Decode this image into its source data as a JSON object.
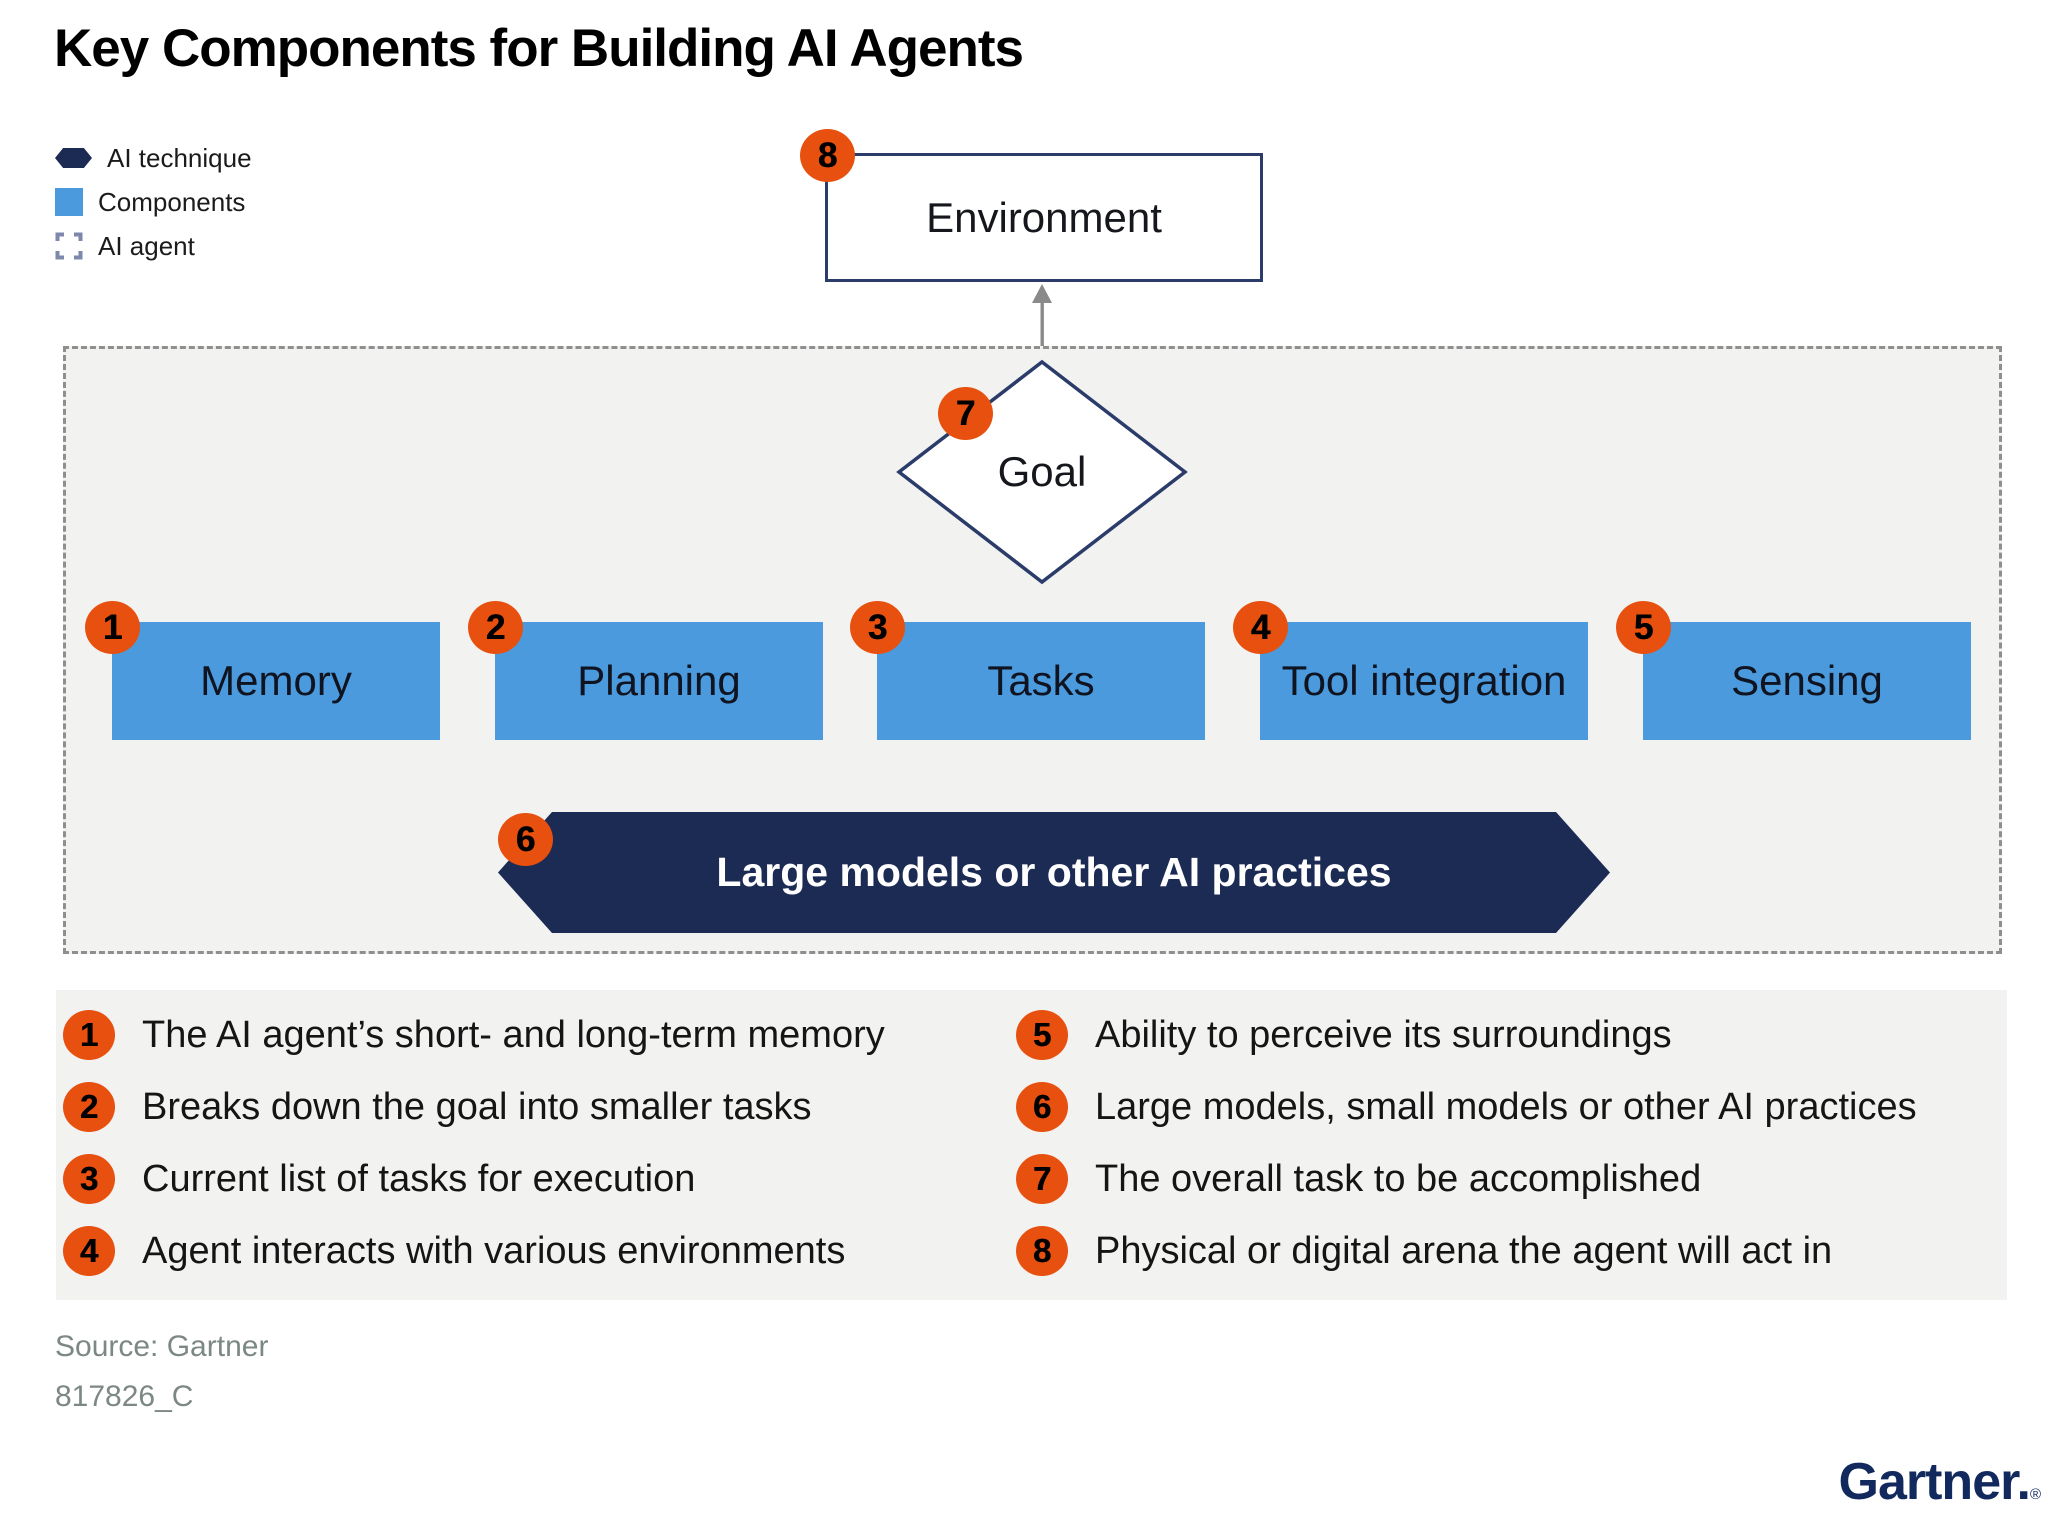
{
  "title": "Key Components for Building AI Agents",
  "legend": {
    "items": [
      {
        "label": "AI technique"
      },
      {
        "label": "Components"
      },
      {
        "label": "AI agent"
      }
    ]
  },
  "diagram": {
    "environment": {
      "badge": "8",
      "label": "Environment"
    },
    "goal": {
      "badge": "7",
      "label": "Goal"
    },
    "components": [
      {
        "badge": "1",
        "label": "Memory"
      },
      {
        "badge": "2",
        "label": "Planning"
      },
      {
        "badge": "3",
        "label": "Tasks"
      },
      {
        "badge": "4",
        "label": "Tool integration"
      },
      {
        "badge": "5",
        "label": "Sensing"
      }
    ],
    "banner": {
      "badge": "6",
      "label": "Large models or other AI practices"
    }
  },
  "notes": [
    {
      "num": "1",
      "text": "The AI agent’s short- and long-term memory"
    },
    {
      "num": "2",
      "text": "Breaks down the goal into smaller tasks"
    },
    {
      "num": "3",
      "text": "Current list of tasks for execution"
    },
    {
      "num": "4",
      "text": "Agent interacts with various environments"
    },
    {
      "num": "5",
      "text": "Ability to perceive its surroundings"
    },
    {
      "num": "6",
      "text": "Large models, small models or other AI practices"
    },
    {
      "num": "7",
      "text": "The overall task to be accomplished"
    },
    {
      "num": "8",
      "text": "Physical or digital arena the agent will act in"
    }
  ],
  "footer": {
    "source": "Source: Gartner",
    "code": "817826_C",
    "logo": "Gartner.",
    "trademark": "®"
  },
  "colors": {
    "accent_orange": "#E8500F",
    "component_blue": "#4A9ADD",
    "navy_fill": "#1C2B54",
    "navy_border": "#2B3C6B",
    "agent_bg": "#F2F2F1",
    "dash_gray": "#8F8F8F",
    "arrow_gray": "#8A8A8A",
    "source_gray": "#7C8882",
    "logo_navy": "#12295E"
  }
}
